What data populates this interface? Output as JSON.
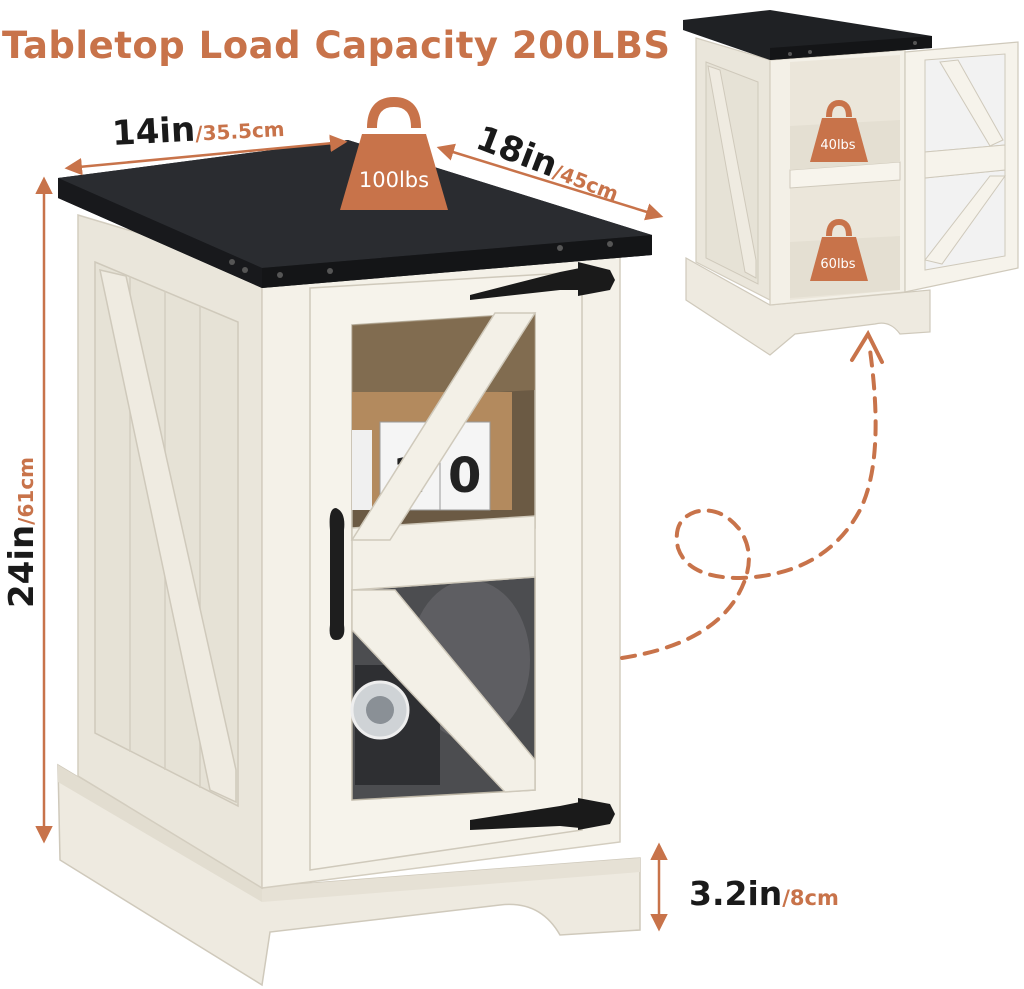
{
  "headline": "Tabletop Load Capacity 200LBS",
  "dimensions": {
    "width": {
      "imperial": "14in",
      "metric": "/35.5cm"
    },
    "depth": {
      "imperial": "18in",
      "metric": "/45cm"
    },
    "height": {
      "imperial": "24in",
      "metric": "/61cm"
    },
    "base": {
      "imperial": "3.2in",
      "metric": "/8cm"
    }
  },
  "loads": {
    "tabletop": "100lbs",
    "upper_shelf": "40lbs",
    "lower_shelf": "60lbs"
  },
  "flip_clock": [
    "1",
    "0"
  ],
  "colors": {
    "accent": "#c8734a",
    "cabinet": "#f2eee4",
    "top": "#1f2124",
    "hardware": "#1a1a1a"
  },
  "icons": [
    "weight-icon",
    "dimension-arrow-icon",
    "dotted-loop-arrow-icon"
  ]
}
